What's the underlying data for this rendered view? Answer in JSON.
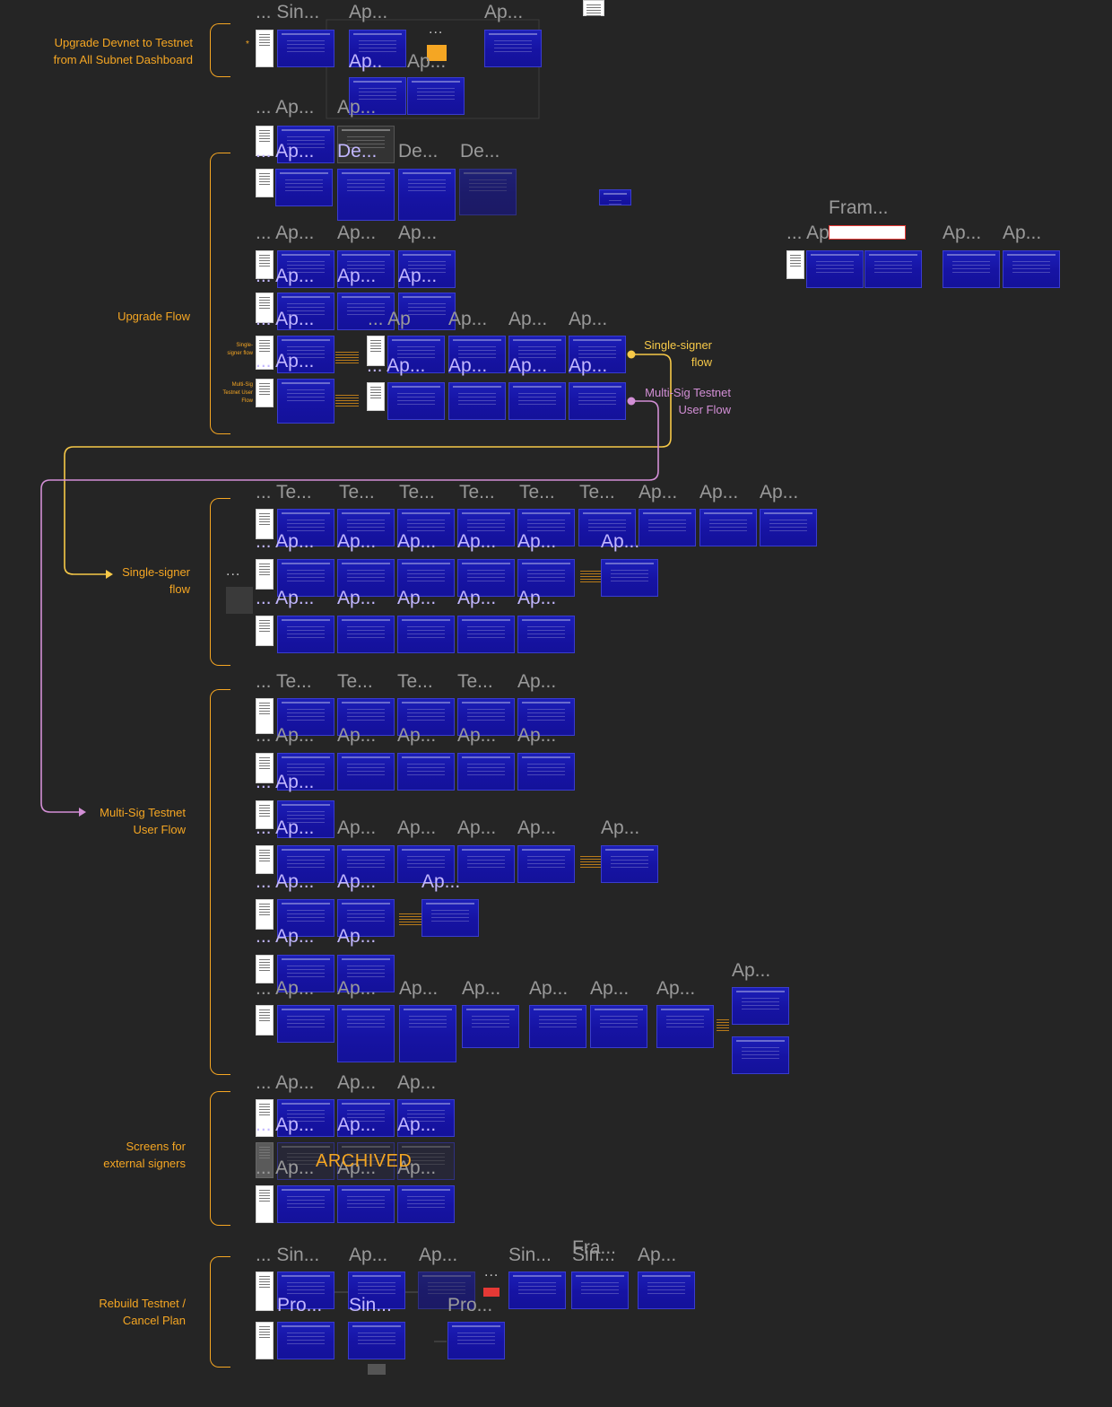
{
  "colors": {
    "canvas_bg": "#252525",
    "section_label": "#f5a623",
    "single_signer_connector": "#f7c948",
    "multisig_connector": "#d38fd6",
    "screen_fill": "#1a1aae",
    "frame_title": "#9a9a9a"
  },
  "sections": {
    "upgrade_devnet": "Upgrade Devnet to Testnet\nfrom All Subnet Dashboard",
    "upgrade_flow": "Upgrade Flow",
    "single_signer": "Single-signer\nflow",
    "multisig": "Multi-Sig Testnet\nUser Flow",
    "external_signers": "Screens for\nexternal signers",
    "rebuild_cancel": "Rebuild Testnet /\nCancel Plan"
  },
  "connectors": {
    "single_signer_label": "Single-signer\nflow",
    "multisig_label": "Multi-Sig Testnet\nUser Flow"
  },
  "row_side_labels": {
    "single_signer_small": "Single-\nsigner flow",
    "multisig_small": "Multi-Sig\nTestnet User\nFlow"
  },
  "archived_label": "ARCHIVED",
  "titles": {
    "sin": "... Sin...",
    "sin_plain": "Sin...",
    "ap": "Ap...",
    "ap_lead": "... Ap...",
    "de": "De...",
    "te": "Te...",
    "te_lead": "... Te...",
    "fram": "Fram...",
    "fra": "Fra...",
    "pro": "Pro...",
    "ap_short": "Ap..",
    "ap_lead_short": "... Ap",
    "ap_frame": "... Ap"
  },
  "ellipsis": "..."
}
